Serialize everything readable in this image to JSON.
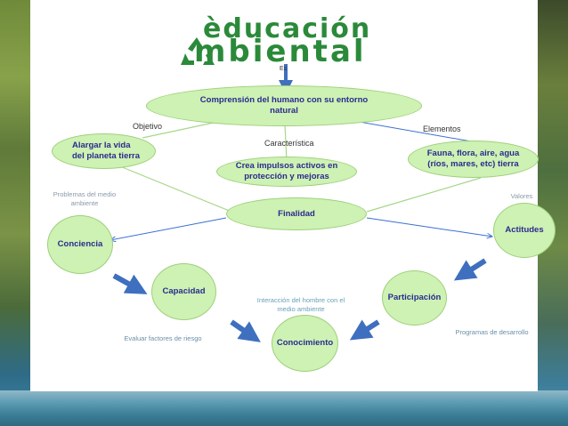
{
  "title": {
    "line1": "èducación",
    "line2": "mbiental",
    "icon": "recycle-icon"
  },
  "colors": {
    "node_fill": "#cdf2b3",
    "node_text": "#2c2a8f",
    "link_blue": "#3c6fd0",
    "link_green": "#a8d68a",
    "big_arrow": "#3f6fbf"
  },
  "nodes": {
    "comprension": "Comprensión del humano con su entorno natural",
    "alargar": "Alargar la vida del planeta tierra",
    "crea": "Crea impulsos activos en protección y mejoras",
    "fauna": "Fauna, flora, aire, agua (ríos, mares, etc) tierra",
    "finalidad": "Finalidad",
    "conciencia": "Conciencia",
    "actitudes": "Actitudes",
    "capacidad": "Capacidad",
    "participacion": "Participación",
    "conocimiento": "Conocimiento"
  },
  "labels": {
    "es": "Es",
    "objetivo": "Objetivo",
    "caracteristica": "Característica",
    "elementos": "Elementos",
    "problemas": "Problemas del medio ambiente",
    "valores": "Valores",
    "interaccion": "Interacción del hombre con el medio ambiente",
    "evaluar": "Evaluar factores de riesgo",
    "programas": "Programas de desarrollo"
  }
}
